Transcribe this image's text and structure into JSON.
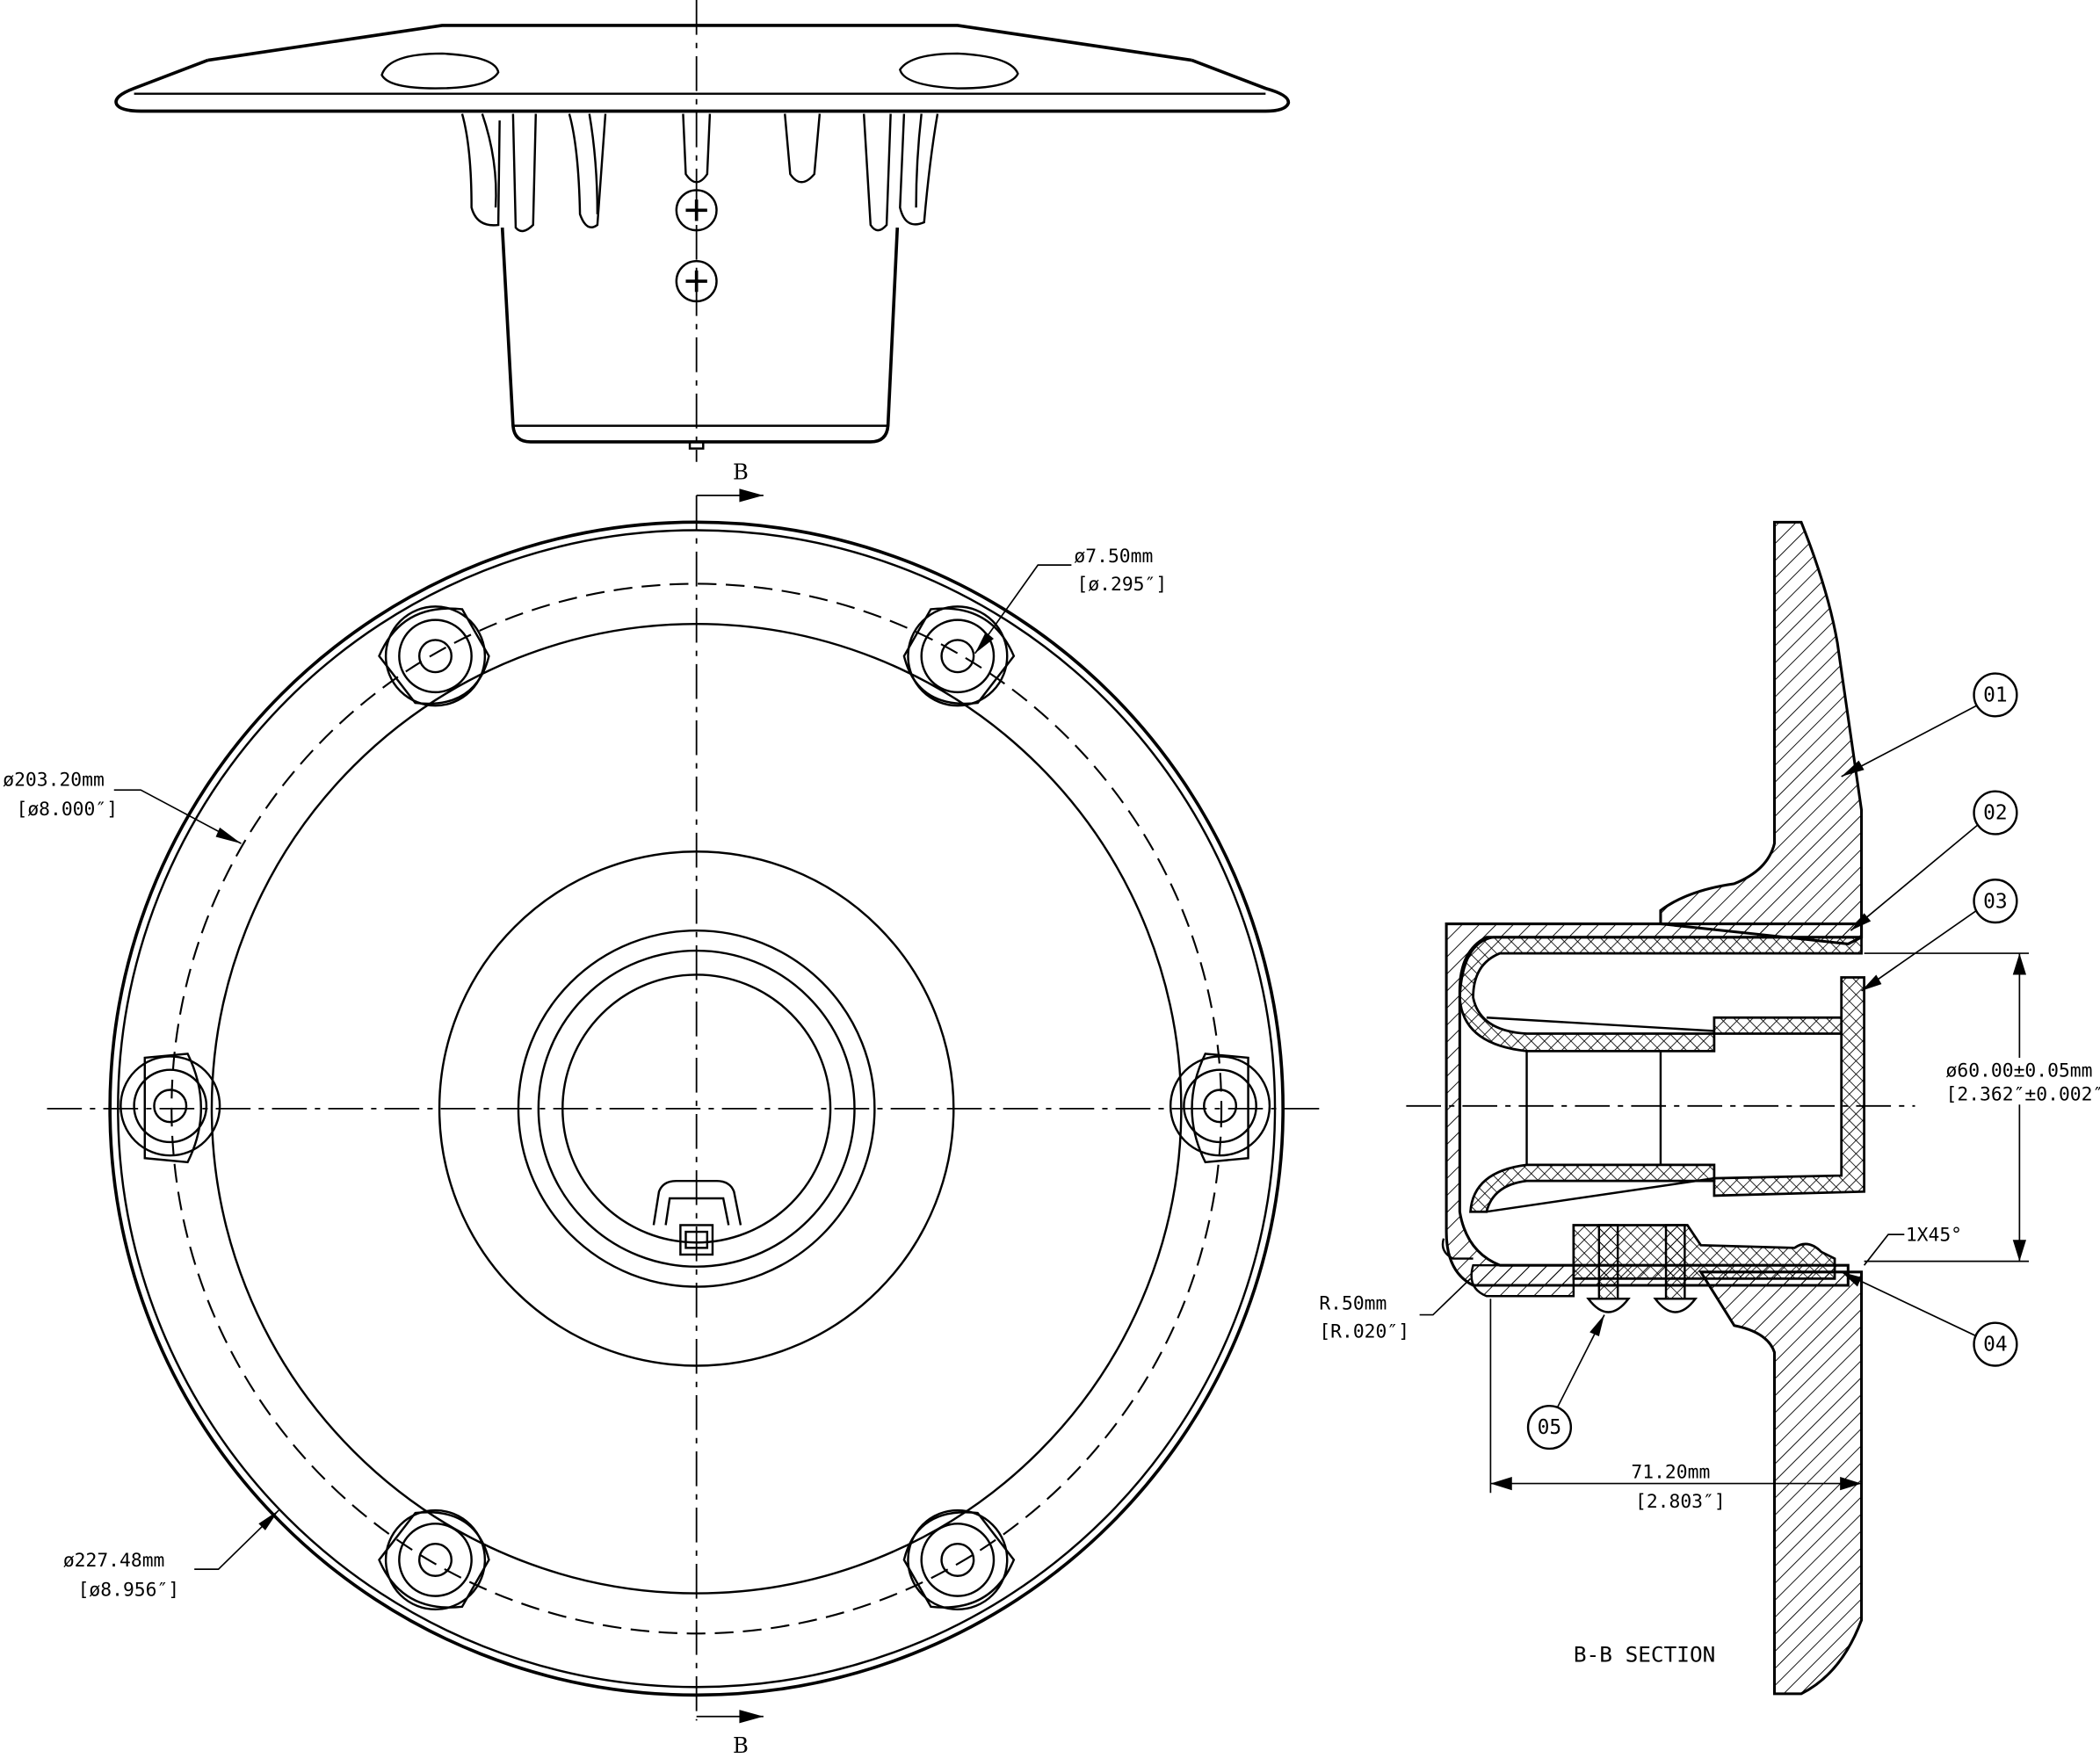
{
  "drawing": {
    "section_marker": "B",
    "section_title": "B-B SECTION",
    "dimensions": {
      "hole_diameter": {
        "metric": "ø7.50mm",
        "imperial": "[ø.295″]"
      },
      "bolt_circle": {
        "metric": "ø203.20mm",
        "imperial": "[ø8.000″]"
      },
      "outer_diameter": {
        "metric": "ø227.48mm",
        "imperial": "[ø8.956″]"
      },
      "bore": {
        "metric": "ø60.00±0.05mm",
        "imperial": "[2.362″±0.002″]"
      },
      "radius": {
        "metric": "R.50mm",
        "imperial": "[R.020″]"
      },
      "depth": {
        "metric": "71.20mm",
        "imperial": "[2.803″]"
      },
      "chamfer": "1X45°"
    },
    "callouts": [
      "01",
      "02",
      "03",
      "04",
      "05"
    ]
  }
}
